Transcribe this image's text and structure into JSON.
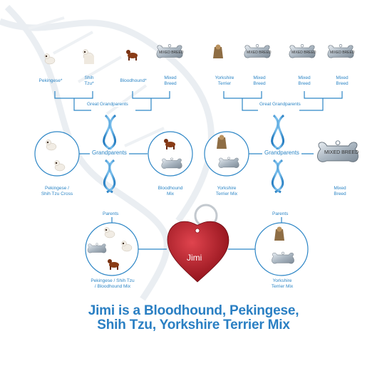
{
  "top_row": [
    "Pekingese*",
    "Shih\nTzu*",
    "Bloodhound*",
    "Mixed\nBreed",
    "Yorkshire\nTerrier",
    "Mixed\nBreed",
    "Mixed\nBreed",
    "Mixed\nBreed"
  ],
  "labels": {
    "great_grandparents": "Great Grandparents",
    "grandparents": "Grandparents",
    "parents": "Parents"
  },
  "grandparents": [
    "Pekingese /\nShih Tzu Cross",
    "Bloodhound\nMix",
    "Yorkshire\nTerrier Mix",
    "Mixed\nBreed"
  ],
  "parents": [
    "Pekingese / Shih Tzu\n/ Bloodhound Mix",
    "Yorkshire\nTerrier Mix"
  ],
  "dog_name": "Jimi",
  "bone_text": "MIXED BREED",
  "headline": [
    "Jimi is a Bloodhound, Pekingese,",
    "Shih Tzu, Yorkshire Terrier Mix"
  ]
}
